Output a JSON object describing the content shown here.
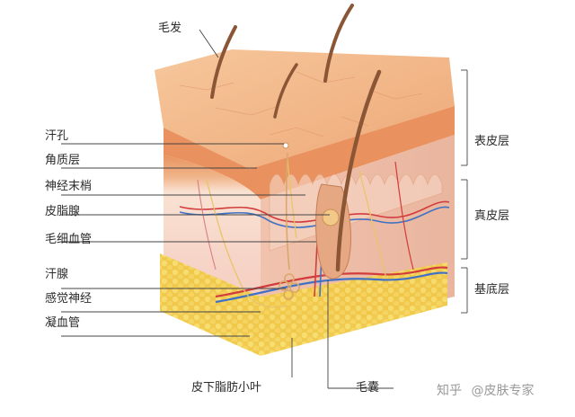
{
  "labels": {
    "hair": "毛发",
    "sweat_pore": "汗孔",
    "stratum_corneum": "角质层",
    "nerve_ending": "神经末梢",
    "sebaceous_gland": "皮脂腺",
    "capillary": "毛细血管",
    "sweat_gland": "汗腺",
    "sensory_nerve": "感觉神经",
    "coagulation_vessel": "凝血管",
    "subcutaneous_fat_lobule": "皮下脂肪小叶",
    "hair_follicle": "毛囊"
  },
  "layers": {
    "epidermis": "表皮层",
    "dermis": "真皮层",
    "basal": "基底层"
  },
  "watermark": {
    "brand": "知乎",
    "author": "@皮肤专家"
  },
  "colors": {
    "skin_top": "#f2b98a",
    "epidermis": "#e6956a",
    "dermis": "#f7d6c6",
    "fat": "#f2d15a",
    "hair": "#8b5a3c",
    "leader": "#444444"
  }
}
